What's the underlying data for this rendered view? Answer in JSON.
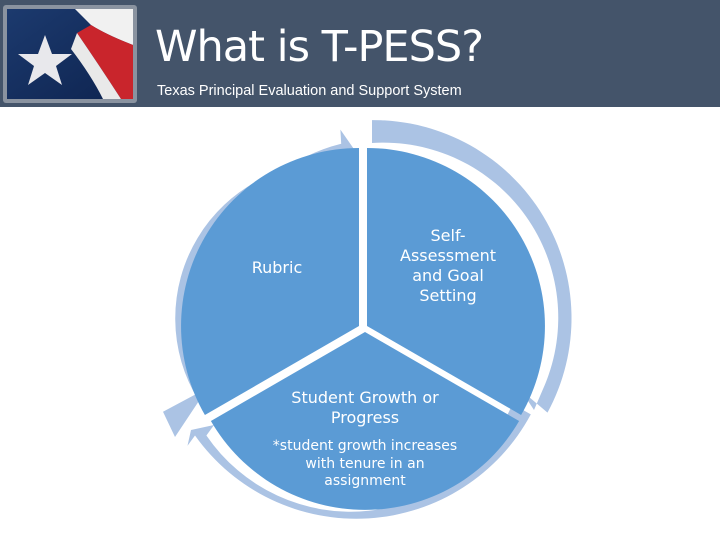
{
  "header": {
    "title": "What is T-PESS?",
    "subtitle": "Texas Principal Evaluation and Support System",
    "logo_icon": "texas-flag-icon"
  },
  "cycle": {
    "segments": [
      {
        "label": "Rubric"
      },
      {
        "label": "Self-\nAssessment\nand Goal\nSetting"
      },
      {
        "label": "Student Growth or\nProgress",
        "note": "*student growth increases\nwith tenure in an\nassignment"
      }
    ]
  },
  "colors": {
    "header_bg": "#44546a",
    "segment_fill": "#5b9bd5",
    "arrow_fill": "#abc3e4",
    "text": "#ffffff"
  }
}
